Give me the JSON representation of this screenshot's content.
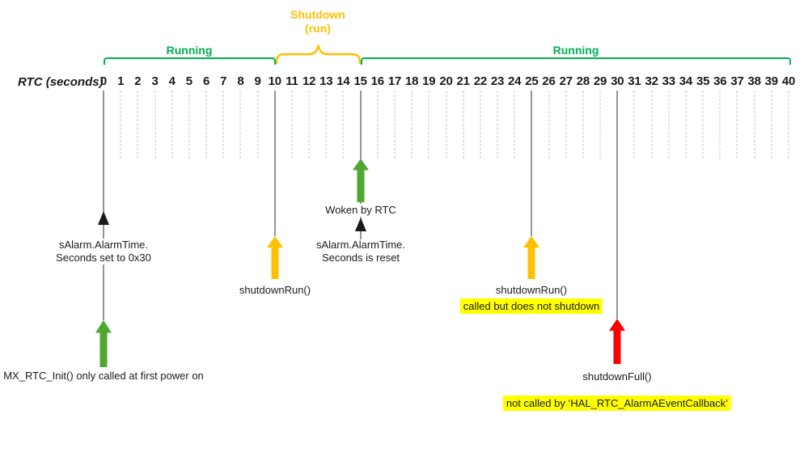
{
  "colors": {
    "green": "#00B050",
    "arrow_green": "#4EA72E",
    "orange": "#FFC000",
    "red": "#FF0000",
    "highlight": "#FFFF00",
    "line": "#2b2b2b",
    "dash": "#c6c6c6",
    "text": "#1a1a1a"
  },
  "axis": {
    "label": "RTC (seconds)",
    "min": 0,
    "max": 40
  },
  "sections": {
    "running_left": "Running",
    "shutdown_line1": "Shutdown",
    "shutdown_line2": "(run)",
    "running_right": "Running"
  },
  "events": [
    {
      "id": "rtc-init",
      "second": 0,
      "alarm_line1": "sAlarm.AlarmTime.",
      "alarm_line2": "Seconds set to 0x30",
      "label": "MX_RTC_Init() only called at first power on"
    },
    {
      "id": "shutdown-run-1",
      "second": 10,
      "label": "shutdownRun()"
    },
    {
      "id": "woken-by-rtc",
      "second": 15,
      "woken_label": "Woken by RTC",
      "alarm_line1": "sAlarm.AlarmTime.",
      "alarm_line2": "Seconds is reset"
    },
    {
      "id": "shutdown-run-2",
      "second": 25,
      "label": "shutdownRun()",
      "note": "called but does not shutdown"
    },
    {
      "id": "shutdown-full",
      "second": 30,
      "label": "shutdownFull()",
      "note": "not called by ‘HAL_RTC_AlarmAEventCallback’"
    }
  ]
}
